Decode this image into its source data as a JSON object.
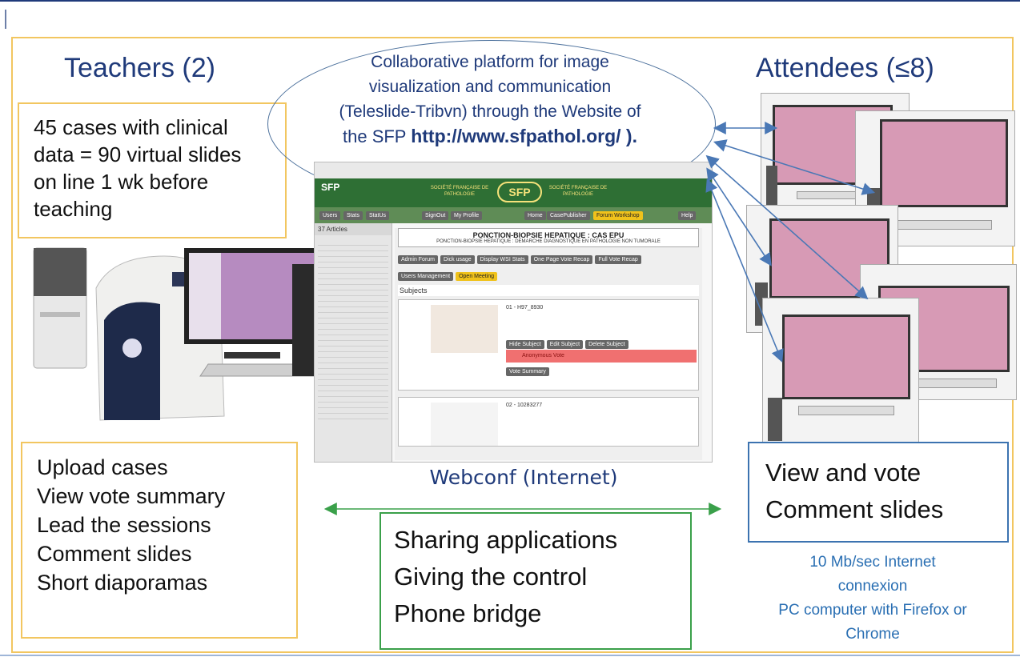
{
  "teachers": {
    "title": "Teachers (2)",
    "info_box": [
      "45 cases with clinical",
      "data = 90 virtual slides",
      "on line 1 wk before",
      "teaching"
    ],
    "tasks": [
      "Upload cases",
      "View vote summary",
      "Lead the sessions",
      "Comment slides",
      "Short diaporamas"
    ]
  },
  "attendees": {
    "title": "Attendees (≤8)",
    "tasks": [
      "View and vote",
      "Comment slides"
    ],
    "requirements": [
      "10 Mb/sec Internet",
      "connexion",
      "PC computer with Firefox or",
      "Chrome"
    ]
  },
  "platform": {
    "lines": [
      "Collaborative platform for image",
      "visualization and communication",
      "(Teleslide-Tribvn) through the Website of"
    ],
    "last_prefix": "the SFP ",
    "url": "http://www.sfpathol.org/ )."
  },
  "webconf": {
    "label": "Webconf (Internet)",
    "features": [
      "Sharing applications",
      "Giving the control",
      "Phone bridge"
    ]
  },
  "screenshot": {
    "site": "SFP",
    "society_left": "SOCIÉTÉ FRANÇAISE DE PATHOLOGIE",
    "logo": "SFP",
    "society_right": "SOCIÉTÉ FRANÇAISE DE PATHOLOGIE",
    "nav": [
      "Users",
      "Stats",
      "StatUs",
      "SignOut",
      "My Profile",
      "Home",
      "CasePublisher",
      "Forum Workshop",
      "Help"
    ],
    "articles": "37 Articles",
    "heading": "PONCTION-BIOPSIE HEPATIQUE : CAS EPU",
    "subheading": "PONCTION-BIOPSIE HEPATIQUE : DEMARCHE DIAGNOSTIQUE EN PATHOLOGIE NON TUMORALE",
    "buttons": [
      "Admin Forum",
      "Dick usage",
      "Display WSI Stats",
      "One Page Vote Recap",
      "Full Vote Recap",
      "Users Management",
      "Open Meeting"
    ],
    "subjects": "Subjects",
    "case1": "01 - H97_8930",
    "case1_buttons": [
      "Hide Subject",
      "Edit Subject",
      "Delete Subject"
    ],
    "anon": "Anonymous Vote",
    "vote_summary": "Vote Summary",
    "case2": "02 - 10283277"
  },
  "colors": {
    "heading_blue": "#1f3a7a",
    "orange_border": "#f2c660",
    "green_border": "#3aa04a",
    "blue_border": "#3c73b0",
    "link_blue": "#2a6fb3",
    "slide_pink": "#d79ab5"
  }
}
